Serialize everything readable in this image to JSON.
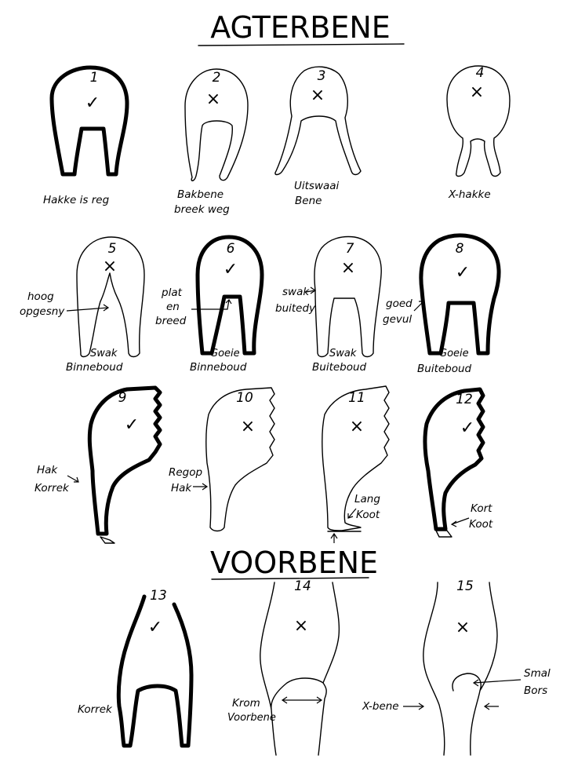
{
  "titles": {
    "hind": "AGTERBENE",
    "fore": "VOORBENE"
  },
  "marks": {
    "good": "✓",
    "bad": "×"
  },
  "figures": [
    {
      "num": "1",
      "verdict": "good",
      "labels": [
        "Hakke is reg"
      ]
    },
    {
      "num": "2",
      "verdict": "bad",
      "labels": [
        "Bakbene",
        "breek weg"
      ]
    },
    {
      "num": "3",
      "verdict": "bad",
      "labels": [
        "Uitswaai",
        "Bene"
      ]
    },
    {
      "num": "4",
      "verdict": "bad",
      "labels": [
        "X-hakke"
      ]
    },
    {
      "num": "5",
      "verdict": "bad",
      "labels": [
        "hoog",
        "opgesny",
        "Swak",
        "Binneboud"
      ]
    },
    {
      "num": "6",
      "verdict": "good",
      "labels": [
        "plat",
        "en",
        "breed",
        "Goeie",
        "Binneboud"
      ]
    },
    {
      "num": "7",
      "verdict": "bad",
      "labels": [
        "swak",
        "buitedy",
        "Swak",
        "Buiteboud"
      ]
    },
    {
      "num": "8",
      "verdict": "good",
      "labels": [
        "goed",
        "gevul",
        "Goeie",
        "Buiteboud"
      ]
    },
    {
      "num": "9",
      "verdict": "good",
      "labels": [
        "Hak",
        "Korrek"
      ]
    },
    {
      "num": "10",
      "verdict": "bad",
      "labels": [
        "Regop",
        "Hak"
      ]
    },
    {
      "num": "11",
      "verdict": "bad",
      "labels": [
        "Lang",
        "Koot"
      ]
    },
    {
      "num": "12",
      "verdict": "good",
      "labels": [
        "Kort",
        "Koot"
      ]
    },
    {
      "num": "13",
      "verdict": "good",
      "labels": [
        "Korrek"
      ]
    },
    {
      "num": "14",
      "verdict": "bad",
      "labels": [
        "Krom",
        "Voorbene"
      ]
    },
    {
      "num": "15",
      "verdict": "bad",
      "labels": [
        "X-bene",
        "Smal",
        "Bors"
      ]
    }
  ]
}
